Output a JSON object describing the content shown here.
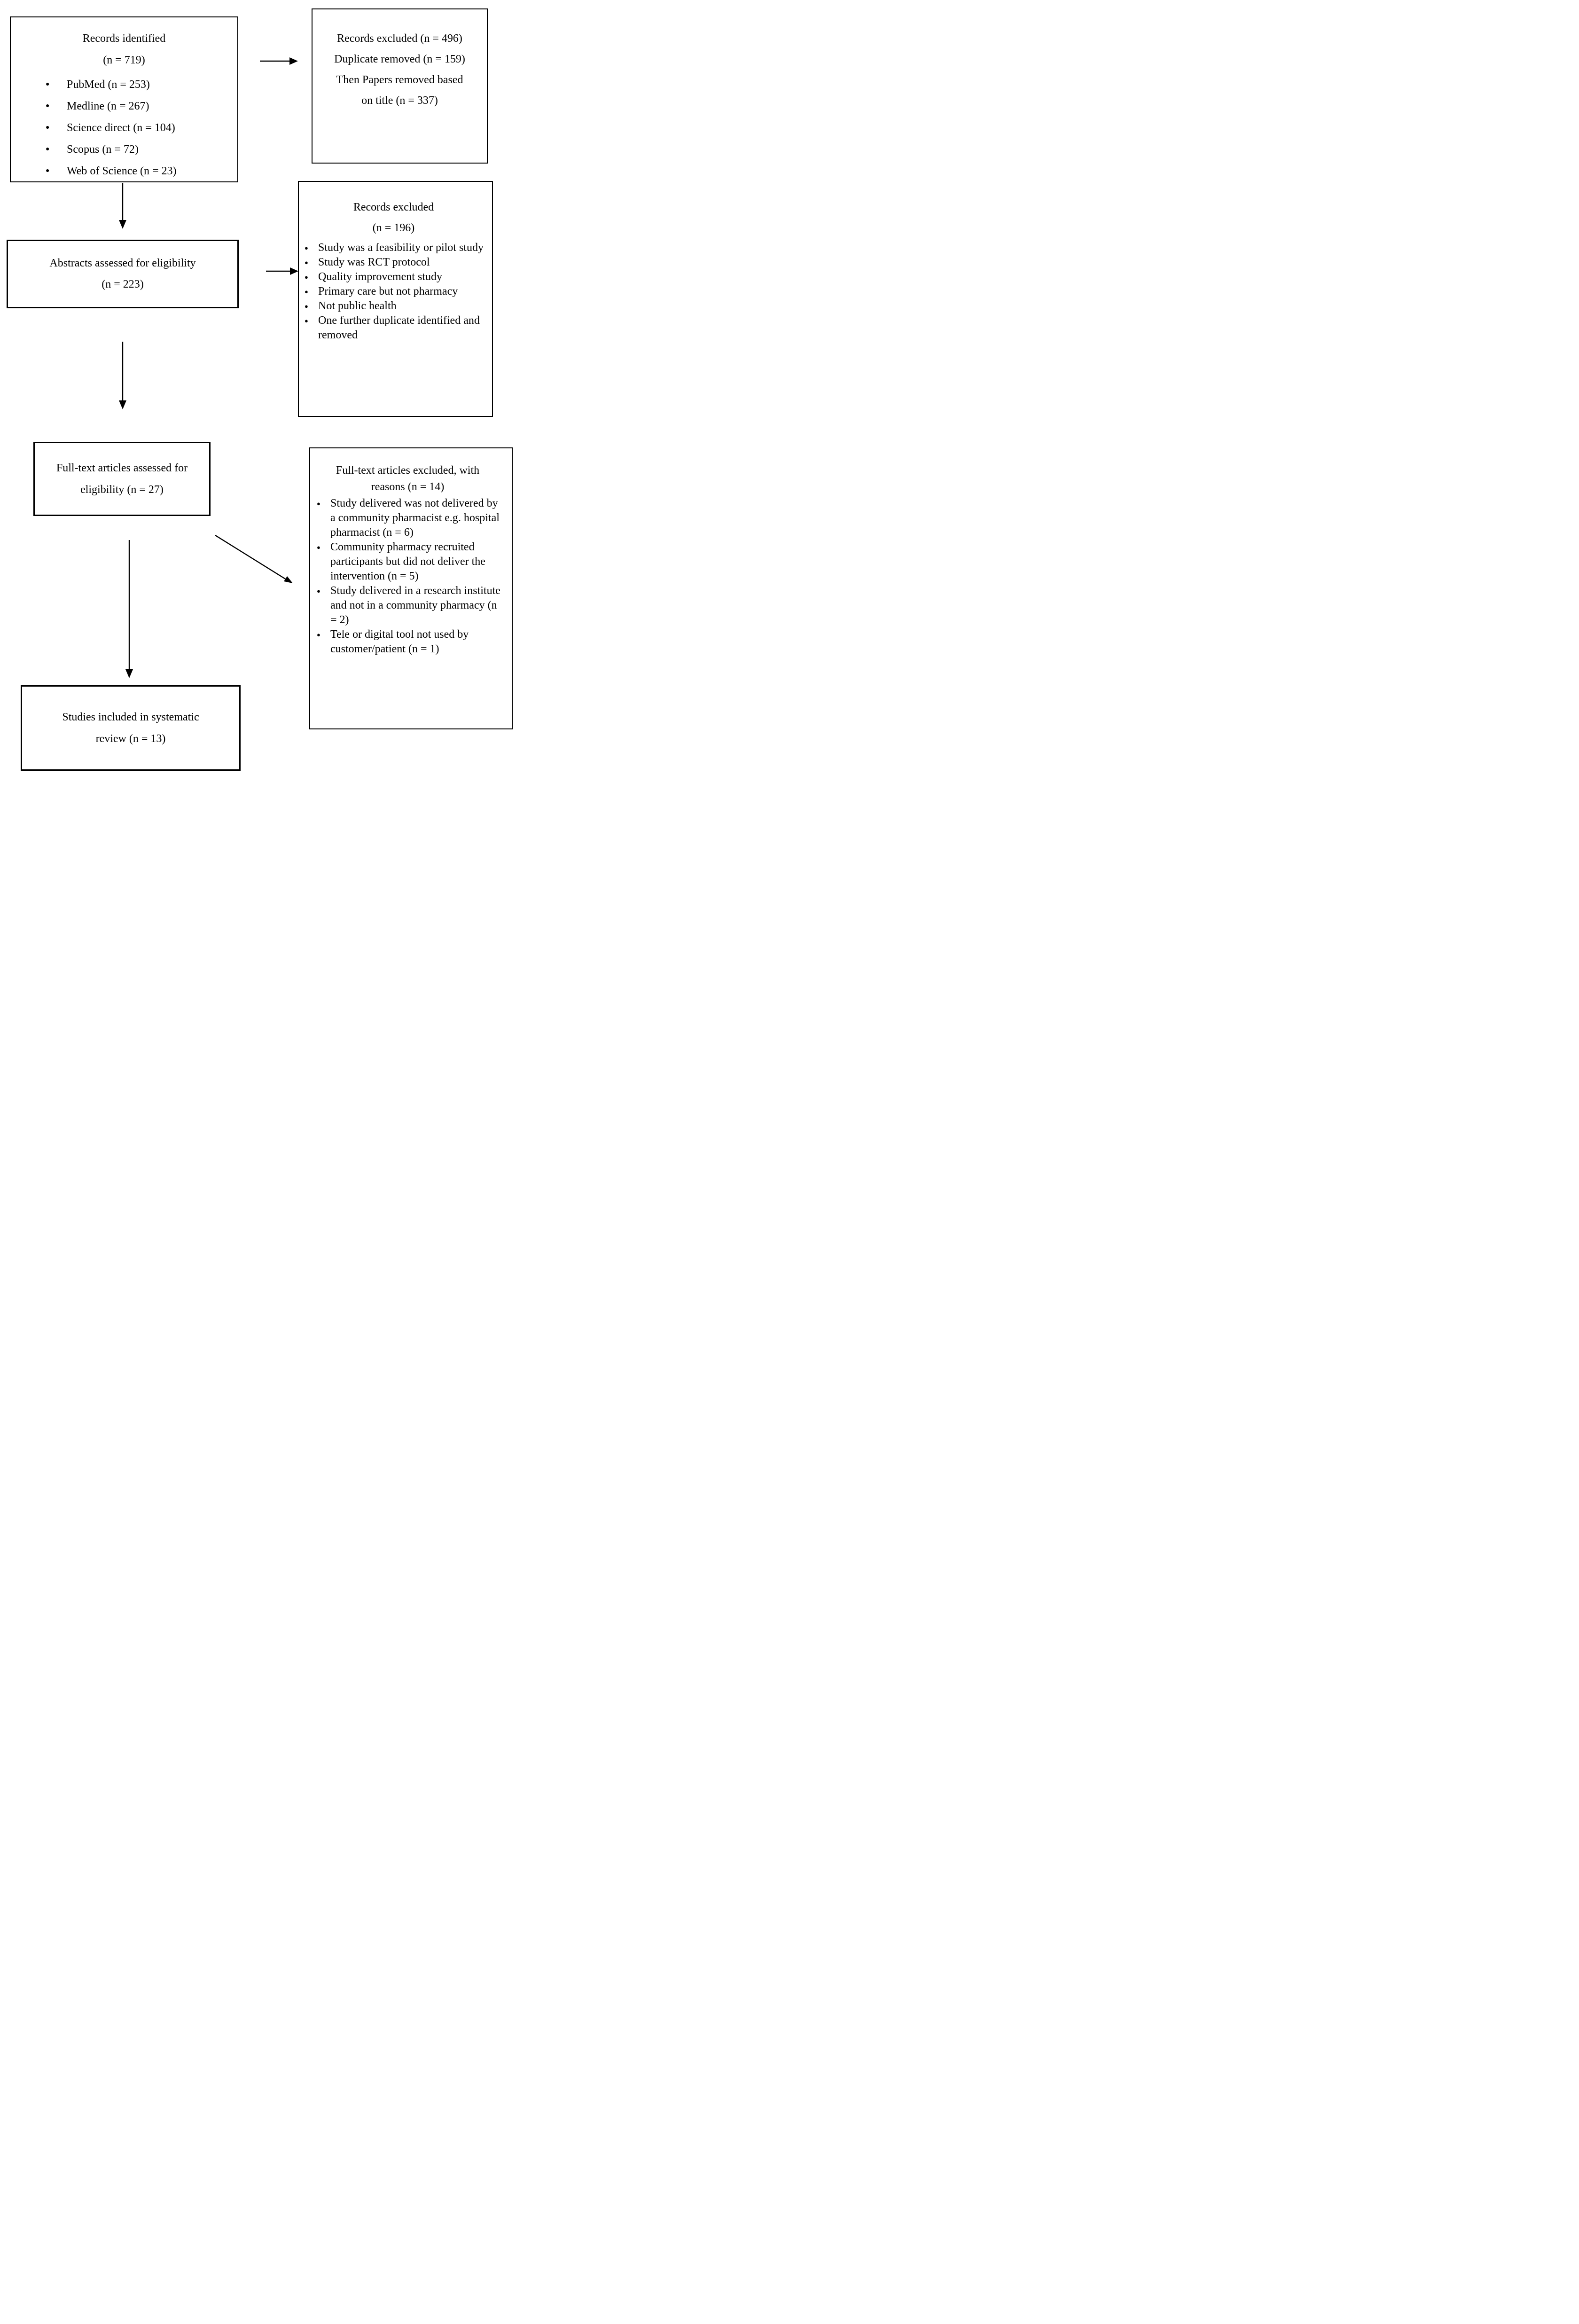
{
  "figure": {
    "type": "prisma-flow-diagram",
    "background_color": "#ffffff",
    "line_color": "#000000",
    "text_color": "#000000"
  },
  "boxes": {
    "records_identified": {
      "title": "Records identified",
      "count": "(n = 719)",
      "sources": [
        "PubMed (n = 253)",
        "Medline (n = 267)",
        "Science direct (n = 104)",
        "Scopus (n = 72)",
        "Web of Science (n = 23)"
      ]
    },
    "records_excluded_titles": {
      "lines": [
        "Records excluded (n = 496)",
        "Duplicate removed (n = 159)",
        "Then Papers removed based",
        "on title (n = 337)"
      ]
    },
    "abstracts_assessed": {
      "lines": [
        "Abstracts assessed for eligibility",
        "(n = 223)"
      ]
    },
    "records_excluded_abstracts": {
      "title": "Records excluded",
      "count": "(n = 196)",
      "reasons": [
        "Study was a feasibility or pilot study",
        "Study was RCT protocol",
        "Quality improvement study",
        "Primary care but not pharmacy",
        "Not public health",
        "One further duplicate identified and removed"
      ]
    },
    "fulltext_assessed": {
      "lines": [
        "Full-text articles assessed for",
        "eligibility (n = 27)"
      ]
    },
    "fulltext_excluded": {
      "title_lines": [
        "Full-text articles excluded, with",
        "reasons (n = 14)"
      ],
      "reasons": [
        "Study delivered was not delivered by a community pharmacist e.g. hospital pharmacist (n = 6)",
        "Community pharmacy recruited participants but did not deliver the intervention (n = 5)",
        "Study delivered in a research institute and not in a community pharmacy (n = 2)",
        "Tele or digital tool not used by customer/patient (n = 1)"
      ]
    },
    "studies_included": {
      "lines": [
        "Studies included in systematic",
        "review (n = 13)"
      ]
    }
  },
  "arrows": [
    {
      "from": "records-identified",
      "to": "records-excluded-titles",
      "direction": "right"
    },
    {
      "from": "records-identified",
      "to": "abstracts-assessed",
      "direction": "down"
    },
    {
      "from": "abstracts-assessed",
      "to": "records-excluded-abstracts",
      "direction": "right"
    },
    {
      "from": "abstracts-assessed",
      "to": "fulltext-assessed",
      "direction": "down"
    },
    {
      "from": "fulltext-assessed",
      "to": "fulltext-excluded",
      "direction": "diagonal-down-right"
    },
    {
      "from": "fulltext-assessed",
      "to": "studies-included",
      "direction": "down"
    }
  ]
}
